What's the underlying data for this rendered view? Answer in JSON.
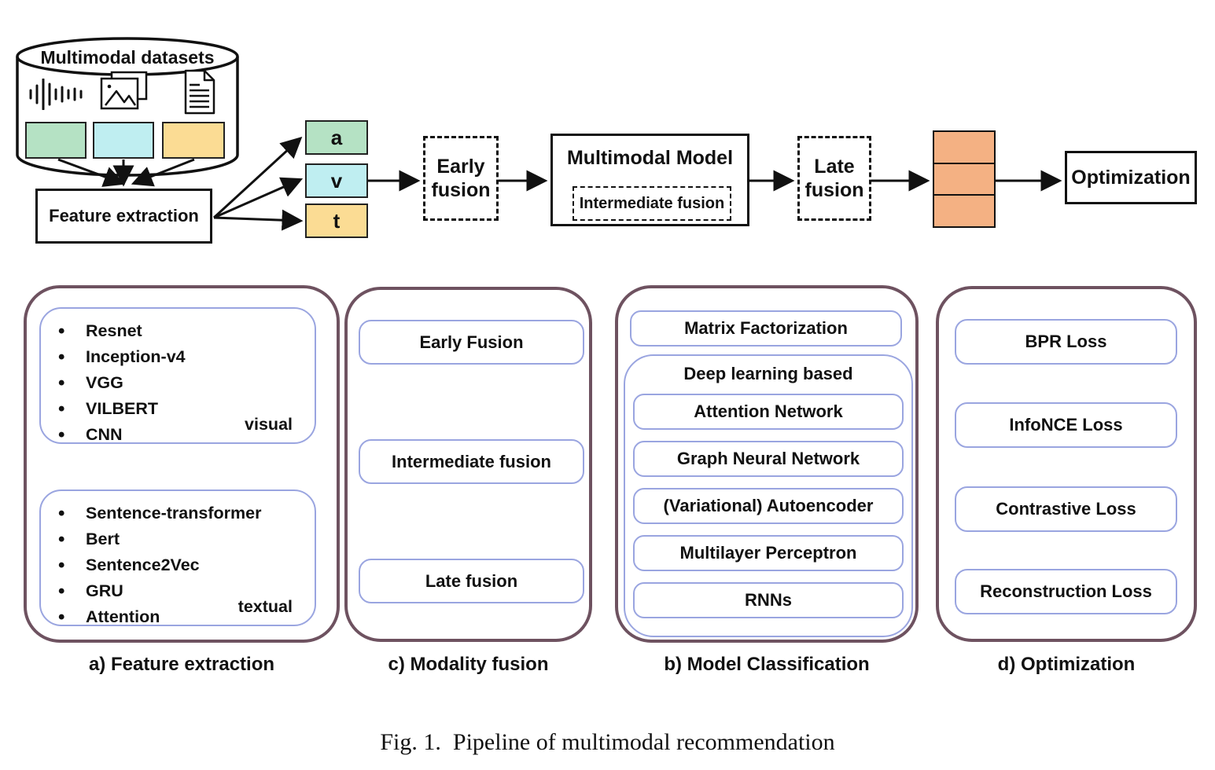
{
  "figure": {
    "caption": "Fig. 1.  Pipeline of multimodal recommendation"
  },
  "colors": {
    "audio_green": "#b5e2c4",
    "visual_cyan": "#bfeef1",
    "textual_yellow": "#fbdc94",
    "fusion_orange": "#f4b183",
    "panel_border": "#6e5260",
    "inner_box_border": "#9aa5e0"
  },
  "pipeline": {
    "dataset": {
      "title": "Multimodal datasets",
      "icons": [
        "waveform-icon",
        "image-icon",
        "document-icon"
      ]
    },
    "feature_extraction": "Feature extraction",
    "modalities": {
      "audio": "a",
      "visual": "v",
      "textual": "t"
    },
    "early_fusion": "Early fusion",
    "multimodal_model": "Multimodal Model",
    "intermediate_fusion": "Intermediate fusion",
    "late_fusion": "Late fusion",
    "optimization": "Optimization"
  },
  "panels": {
    "a": {
      "caption": "a) Feature extraction",
      "visual": {
        "items": [
          "Resnet",
          "Inception-v4",
          "VGG",
          "VILBERT",
          "CNN"
        ],
        "tag": "visual"
      },
      "textual": {
        "items": [
          "Sentence-transformer",
          "Bert",
          "Sentence2Vec",
          "GRU",
          "Attention"
        ],
        "tag": "textual"
      }
    },
    "c": {
      "caption": "c) Modality fusion",
      "boxes": [
        "Early Fusion",
        "Intermediate fusion",
        "Late fusion"
      ]
    },
    "b": {
      "caption": "b) Model Classification",
      "matrix": "Matrix Factorization",
      "group_title": "Deep learning based",
      "boxes": [
        "Attention Network",
        "Graph Neural Network",
        "(Variational) Autoencoder",
        "Multilayer Perceptron",
        "RNNs"
      ]
    },
    "d": {
      "caption": "d) Optimization",
      "boxes": [
        "BPR Loss",
        "InfoNCE Loss",
        "Contrastive Loss",
        "Reconstruction Loss"
      ]
    }
  }
}
